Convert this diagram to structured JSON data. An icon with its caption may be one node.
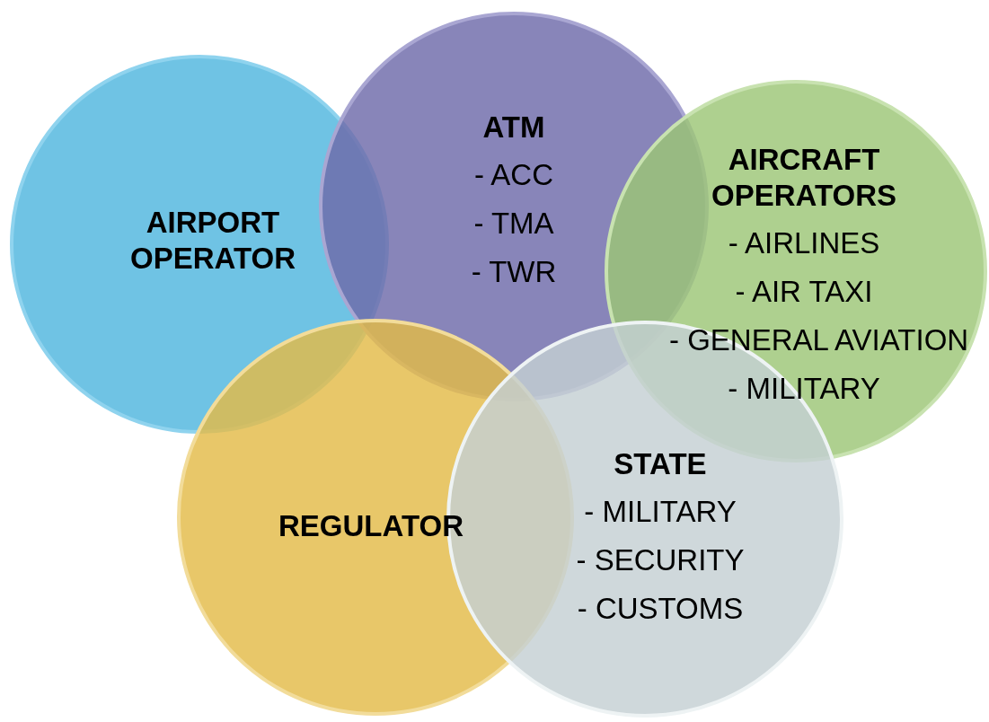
{
  "diagram": {
    "nodes": [
      {
        "text": [
          "AIRPORT OPERATOR"
        ]
      },
      {
        "text": [
          "ATM",
          "- ACC",
          "- TMA",
          "- TWR"
        ]
      },
      {
        "text": [
          "AIRCRAFT OPERATORS",
          "- AIRLINES",
          "- AIR TAXI",
          "- GENERAL AVIATION",
          "- MILITARY"
        ]
      },
      {
        "text": [
          "REGULATOR"
        ]
      },
      {
        "text": [
          "STATE",
          "- MILITARY",
          "- SECURITY",
          "- CUSTOMS"
        ]
      }
    ]
  }
}
